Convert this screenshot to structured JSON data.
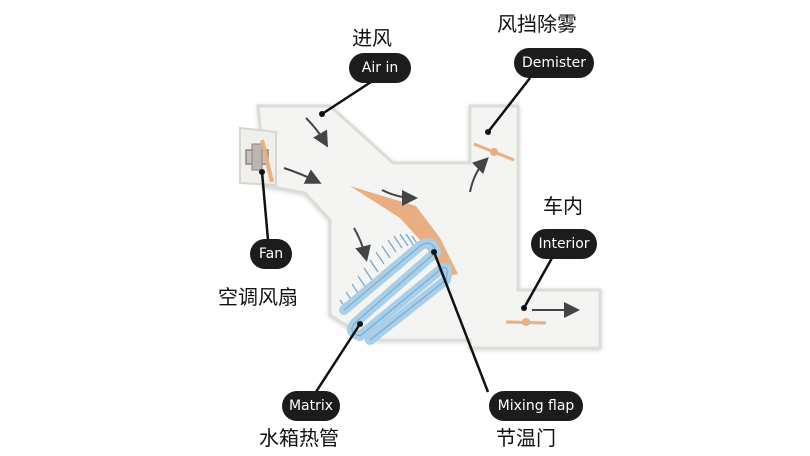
{
  "labels": {
    "air_in": {
      "en": "Air in",
      "zh": "进风"
    },
    "demister": {
      "en": "Demister",
      "zh": "风挡除雾"
    },
    "interior": {
      "en": "Interior",
      "zh": "车内"
    },
    "fan": {
      "en": "Fan",
      "zh": "空调风扇"
    },
    "matrix": {
      "en": "Matrix",
      "zh": "水箱热管"
    },
    "mixing_flap": {
      "en": "Mixing flap",
      "zh": "节温门"
    }
  },
  "colors": {
    "duct_fill": "#f4f4f2",
    "duct_edge": "#dcdcd8",
    "flap": "#e9ae82",
    "coil": "#a9cfe8",
    "coil_edge": "#6fa6cf",
    "arrow": "#444444",
    "pill_bg": "#1c1c1c",
    "pill_text": "#ffffff"
  },
  "icons": {
    "fan": "fan-motor-icon",
    "flow": "airflow-arrow-icon"
  }
}
